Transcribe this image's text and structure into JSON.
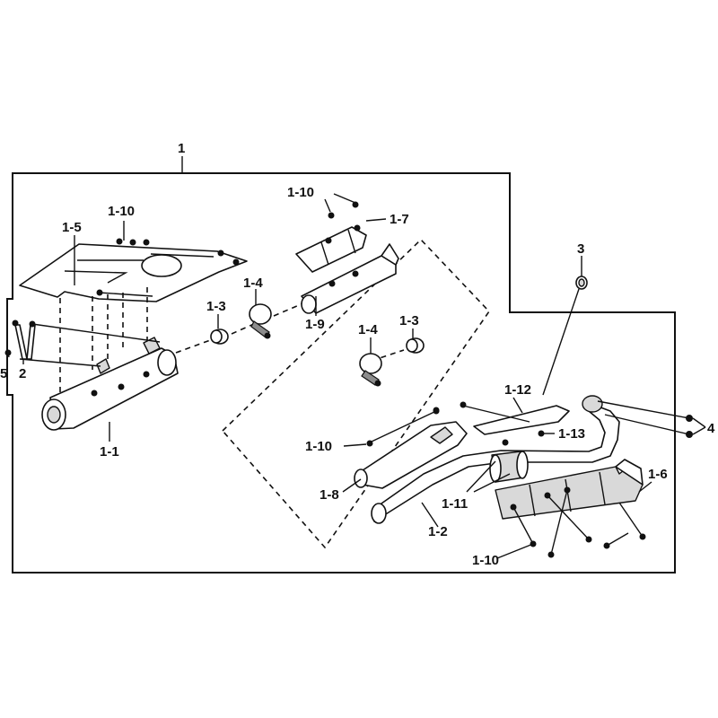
{
  "callouts": {
    "assembly": "1",
    "muffler": "1-1",
    "exhaust_pipe": "1-2",
    "gasket_left": "1-3",
    "gasket_right": "1-3",
    "clamp_left": "1-4",
    "clamp_right": "1-4",
    "heat_shield_muffler": "1-5",
    "heat_shield_pipe": "1-6",
    "heat_shield_tube": "1-7",
    "tail_guard": "1-8",
    "connecting_tube": "1-9",
    "bolts_top": "1-10",
    "bolts_muffler": "1-10",
    "bolts_tail": "1-10",
    "bolts_bottom": "1-10",
    "clamp_bands": "1-11",
    "bracket_plate": "1-12",
    "washer_13": "1-13",
    "gasket_3": "3",
    "nuts_4": "4",
    "bolt_2": "2",
    "washer_5": "5"
  }
}
